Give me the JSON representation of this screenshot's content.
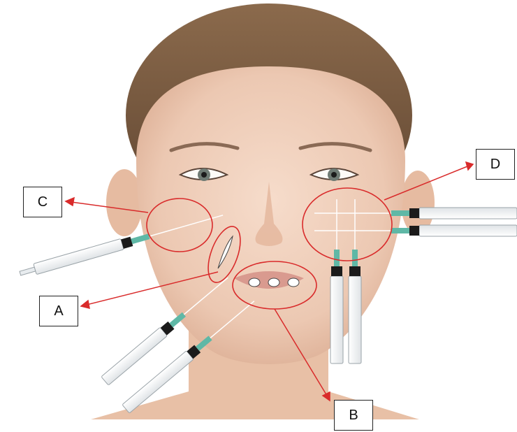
{
  "labels": {
    "a": "A",
    "b": "B",
    "c": "C",
    "d": "D"
  },
  "colors": {
    "callout": "#d92b2b",
    "box_border": "#222222",
    "skin": "#f1d2be",
    "hair": "#7a5a3e"
  }
}
